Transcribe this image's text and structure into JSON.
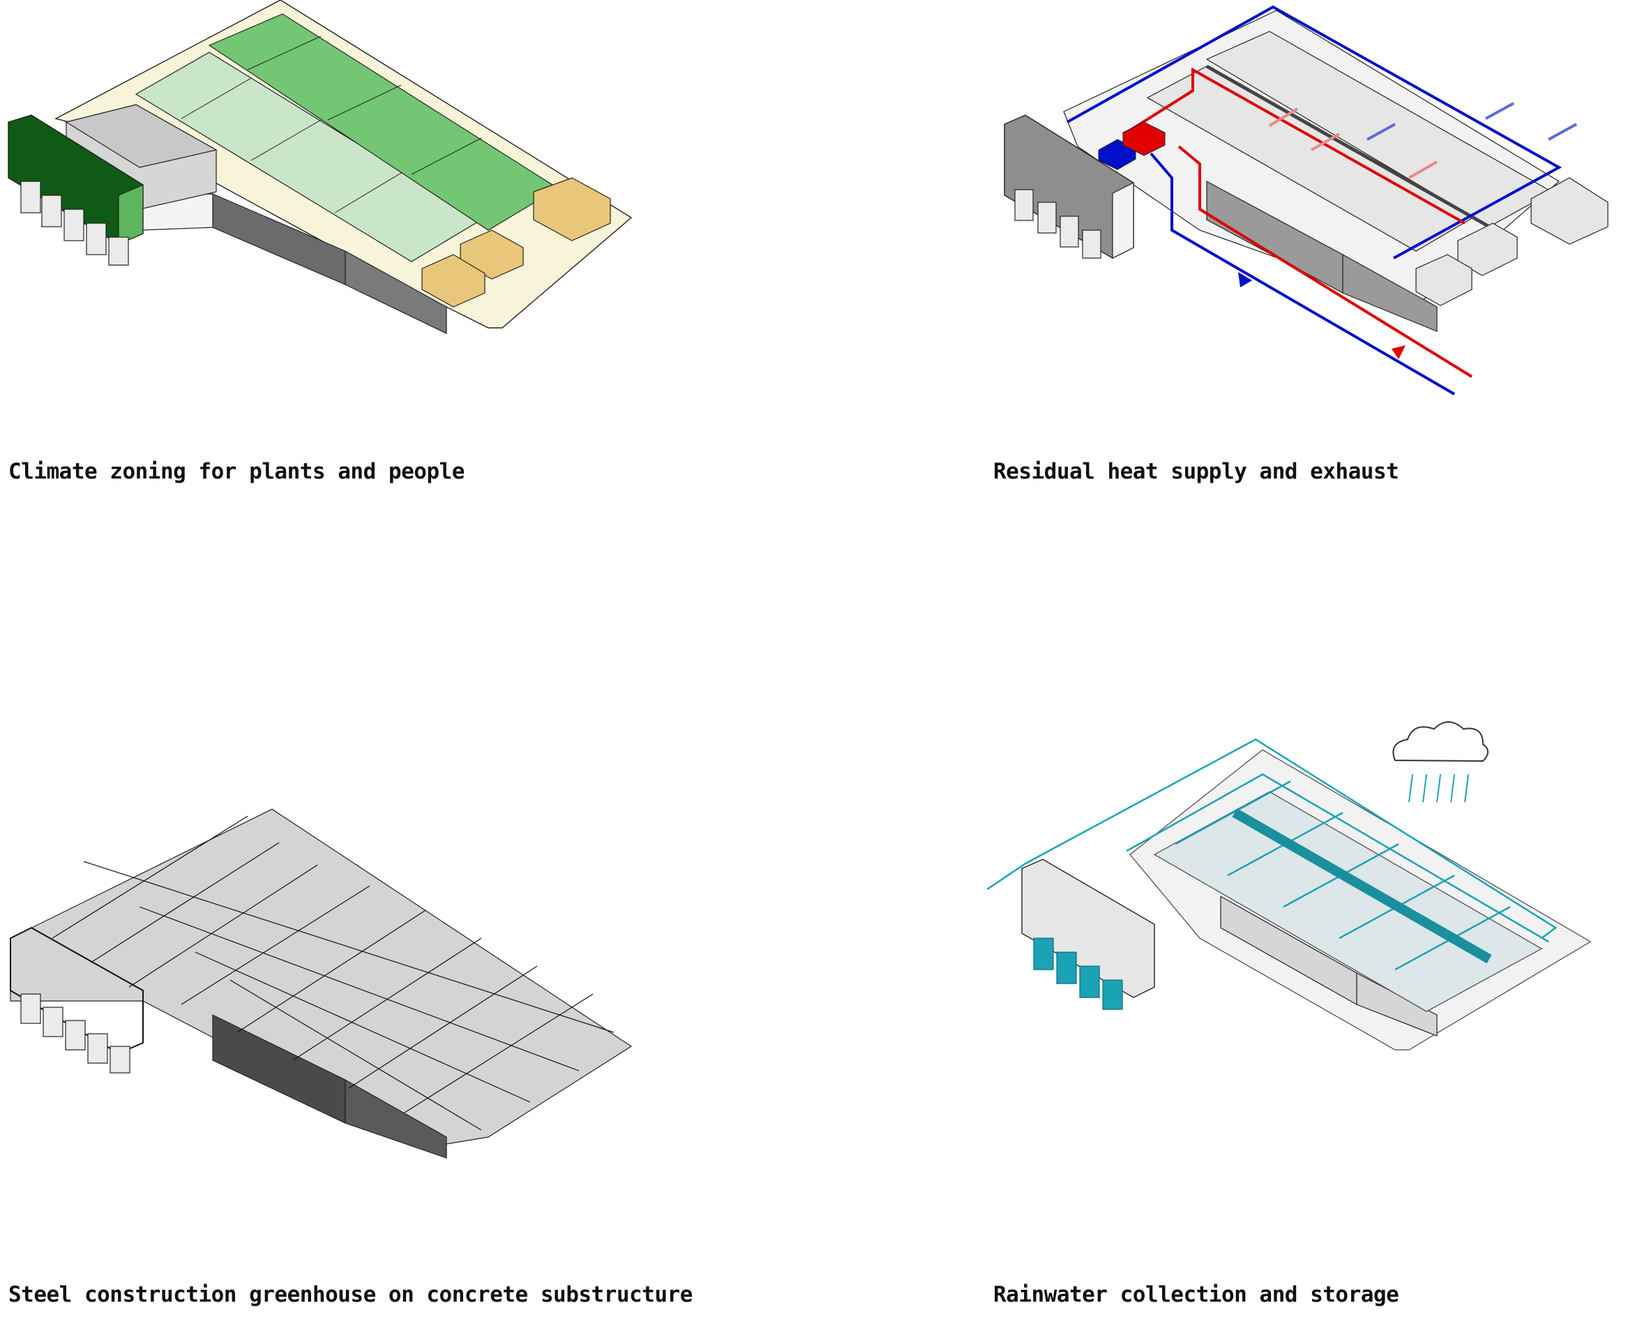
{
  "panels": [
    {
      "id": "climate-zoning",
      "caption": "Climate zoning for plants and people"
    },
    {
      "id": "residual-heat",
      "caption": "Residual heat supply and exhaust"
    },
    {
      "id": "steel-construction",
      "caption": "Steel construction greenhouse on concrete substructure"
    },
    {
      "id": "rainwater",
      "caption": "Rainwater collection and storage"
    }
  ],
  "colors": {
    "green_dark": "#0f5a14",
    "green": "#73c673",
    "green_light": "#c9e6c9",
    "cream": "#f7f4d9",
    "ochre": "#e8c77a",
    "grey_roof": "#e6e6e6",
    "grey_side": "#8e8e8e",
    "hot": "#e00000",
    "cold": "#0010c8",
    "teal": "#1aa3b5",
    "water_blue": "#4f9ee8",
    "steel_fill": "#d4d4d4"
  }
}
